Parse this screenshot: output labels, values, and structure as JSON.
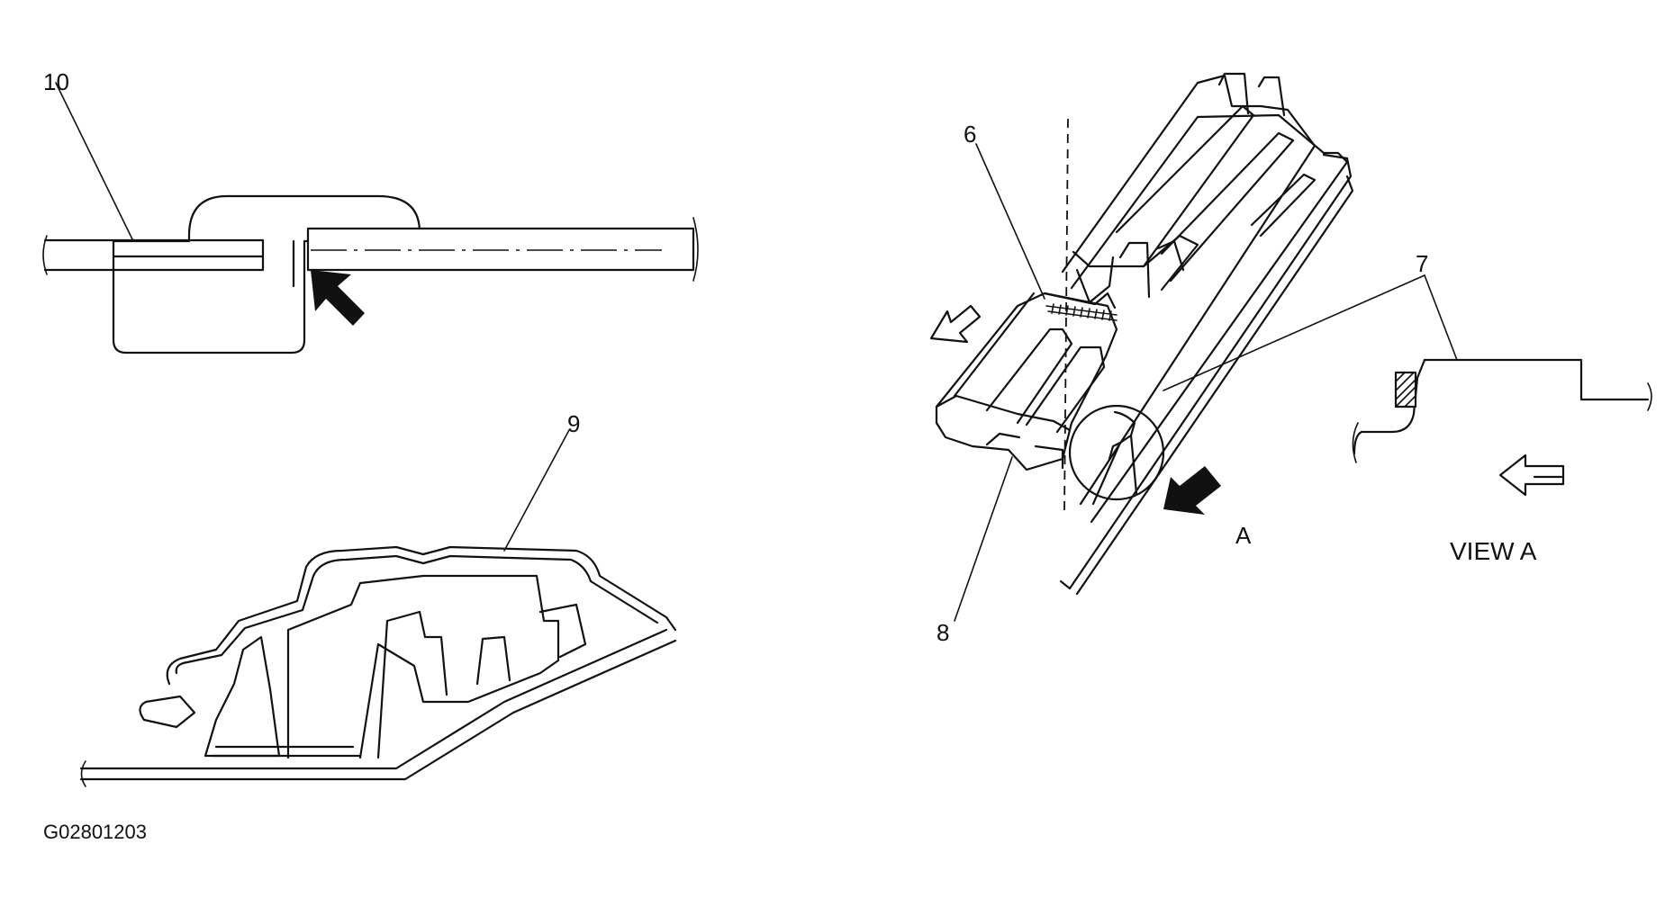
{
  "callouts": {
    "c6": "6",
    "c7a": "7",
    "c7b": "7",
    "c8": "8",
    "c9": "9",
    "c10": "10",
    "arrowA": "A"
  },
  "view_label": "VIEW A",
  "figure_id": "G02801203",
  "colors": {
    "line": "#111111",
    "background": "#ffffff"
  }
}
